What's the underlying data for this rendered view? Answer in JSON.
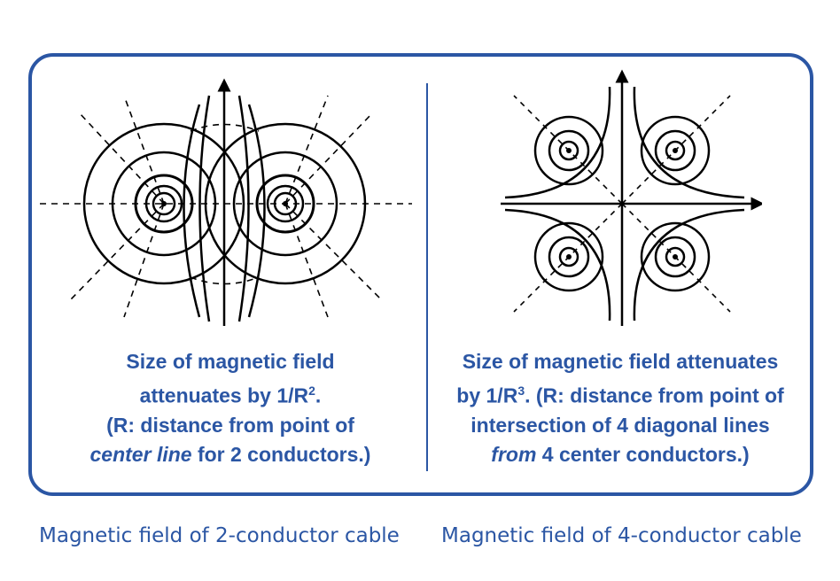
{
  "left_panel": {
    "note_line1": "Size of magnetic field",
    "note_line2_pre": "attenuates by 1/R",
    "note_line2_sup": "2",
    "note_line2_post": ".",
    "note_line3": "(R: distance from point of",
    "note_line4_italic": "center line",
    "note_line4_rest": " for 2 conductors.)",
    "caption": "Magnetic field of 2-conductor cable"
  },
  "right_panel": {
    "note_line1": "Size of magnetic field attenuates",
    "note_line2_pre": "by 1/R",
    "note_line2_sup": "3",
    "note_line2_post": ". (R: distance from point of",
    "note_line3": "intersection of 4 diagonal lines",
    "note_line4_italic": "from",
    "note_line4_rest": " 4 center conductors.)",
    "caption": "Magnetic field of 4-conductor cable"
  },
  "colors": {
    "accent": "#2b56a4",
    "ink": "#000000"
  }
}
